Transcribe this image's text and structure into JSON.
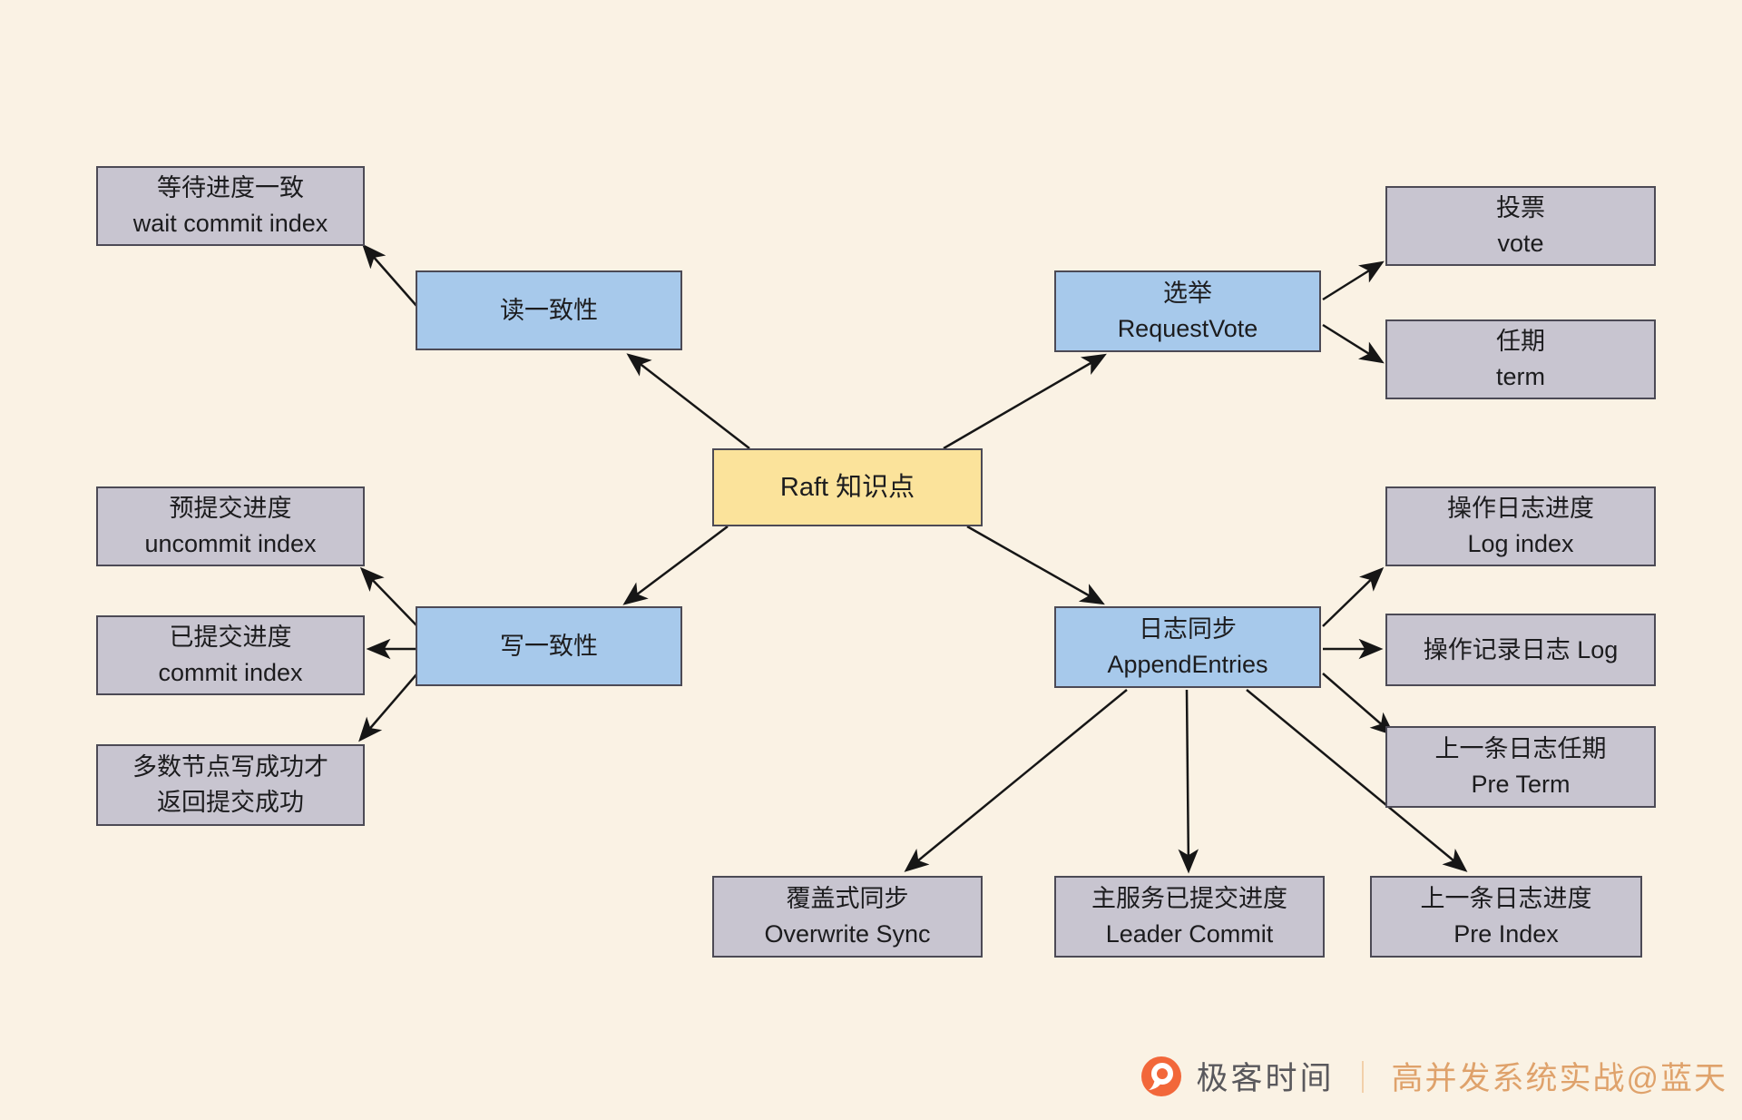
{
  "center": {
    "label": "Raft 知识点"
  },
  "branches": {
    "read": {
      "l1": "读一致性"
    },
    "election": {
      "l1": "选举",
      "l2": "RequestVote"
    },
    "write": {
      "l1": "写一致性"
    },
    "append": {
      "l1": "日志同步",
      "l2": "AppendEntries"
    }
  },
  "leaves": {
    "wait": {
      "l1": "等待进度一致",
      "l2": "wait commit index"
    },
    "vote": {
      "l1": "投票",
      "l2": "vote"
    },
    "term": {
      "l1": "任期",
      "l2": "term"
    },
    "uncommit": {
      "l1": "预提交进度",
      "l2": "uncommit index"
    },
    "commit": {
      "l1": "已提交进度",
      "l2": "commit index"
    },
    "majority": {
      "l1": "多数节点写成功才",
      "l2": "返回提交成功"
    },
    "log_index": {
      "l1": "操作日志进度",
      "l2": "Log index"
    },
    "log": {
      "l1": "操作记录日志 Log"
    },
    "pre_term": {
      "l1": "上一条日志任期",
      "l2": "Pre Term"
    },
    "overwrite": {
      "l1": "覆盖式同步",
      "l2": "Overwrite Sync"
    },
    "leader_commit": {
      "l1": "主服务已提交进度",
      "l2": "Leader Commit"
    },
    "pre_index": {
      "l1": "上一条日志进度",
      "l2": "Pre Index"
    }
  },
  "footer": {
    "brand": "极客时间",
    "separator": "｜",
    "credit": "高并发系统实战@蓝天"
  },
  "colors": {
    "background": "#FAF2E4",
    "leaf_fill": "#C8C5D0",
    "branch_fill": "#A7C9EB",
    "center_fill": "#FBE39B",
    "border": "#4C4A55",
    "arrow": "#161616",
    "accent_orange": "#F2673A",
    "credit_color": "#DFA26B"
  }
}
